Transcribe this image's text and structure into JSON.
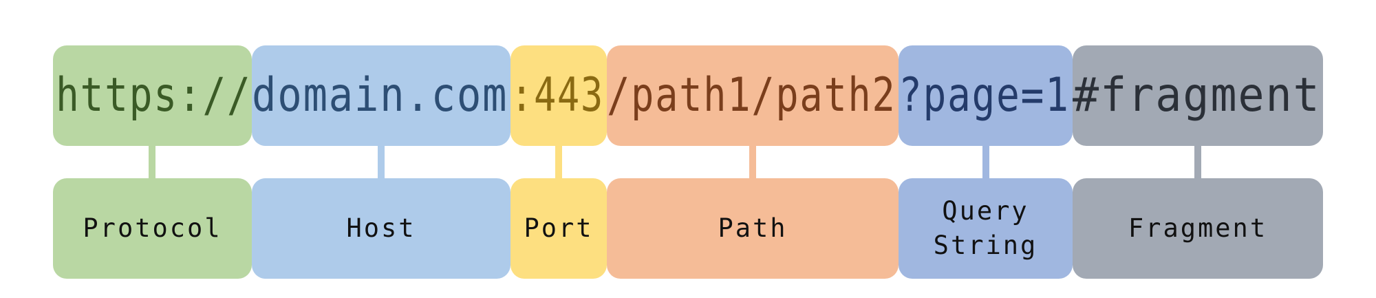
{
  "segments": [
    {
      "id": "protocol",
      "url_part": "https://",
      "label": "Protocol",
      "color": "#b9d7a3",
      "text_color": "#3a5a26"
    },
    {
      "id": "host",
      "url_part": "domain.com",
      "label": "Host",
      "color": "#aecbea",
      "text_color": "#2d4e74"
    },
    {
      "id": "port",
      "url_part": ":443",
      "label": "Port",
      "color": "#fddf80",
      "text_color": "#8a6a12"
    },
    {
      "id": "path",
      "url_part": "/path1/path2",
      "label": "Path",
      "color": "#f5bc97",
      "text_color": "#7a3e1c"
    },
    {
      "id": "query",
      "url_part": "?page=1",
      "label": "Query\nString",
      "color": "#a0b7e0",
      "text_color": "#243b6a"
    },
    {
      "id": "fragment",
      "url_part": "#fragment",
      "label": "Fragment",
      "color": "#a2a9b4",
      "text_color": "#2b3038"
    }
  ]
}
